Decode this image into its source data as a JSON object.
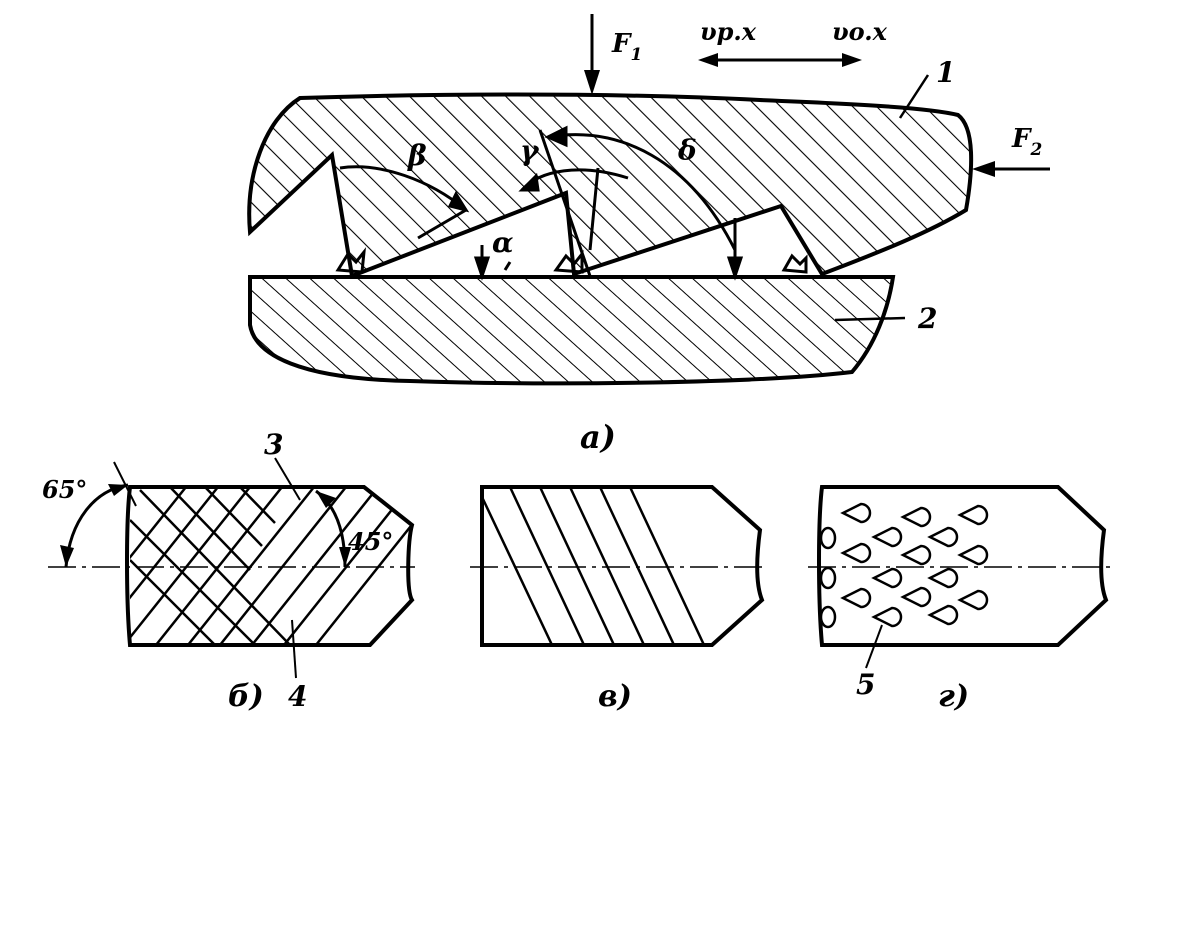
{
  "figure": {
    "forces": {
      "f1": "F",
      "f1_sub": "1",
      "f2": "F",
      "f2_sub": "2"
    },
    "velocities": {
      "v_px": "υp.x",
      "v_ox": "υo.x"
    },
    "angles": {
      "beta": "β",
      "gamma": "γ",
      "delta": "δ",
      "alpha": "α"
    },
    "numbers": {
      "n1": "1",
      "n2": "2",
      "n3": "3",
      "n4": "4",
      "n5": "5"
    },
    "degrees": {
      "d65": "65°",
      "d45": "45°"
    },
    "panels": {
      "a": "а)",
      "b": "б)",
      "v": "в)",
      "g": "г)"
    }
  }
}
